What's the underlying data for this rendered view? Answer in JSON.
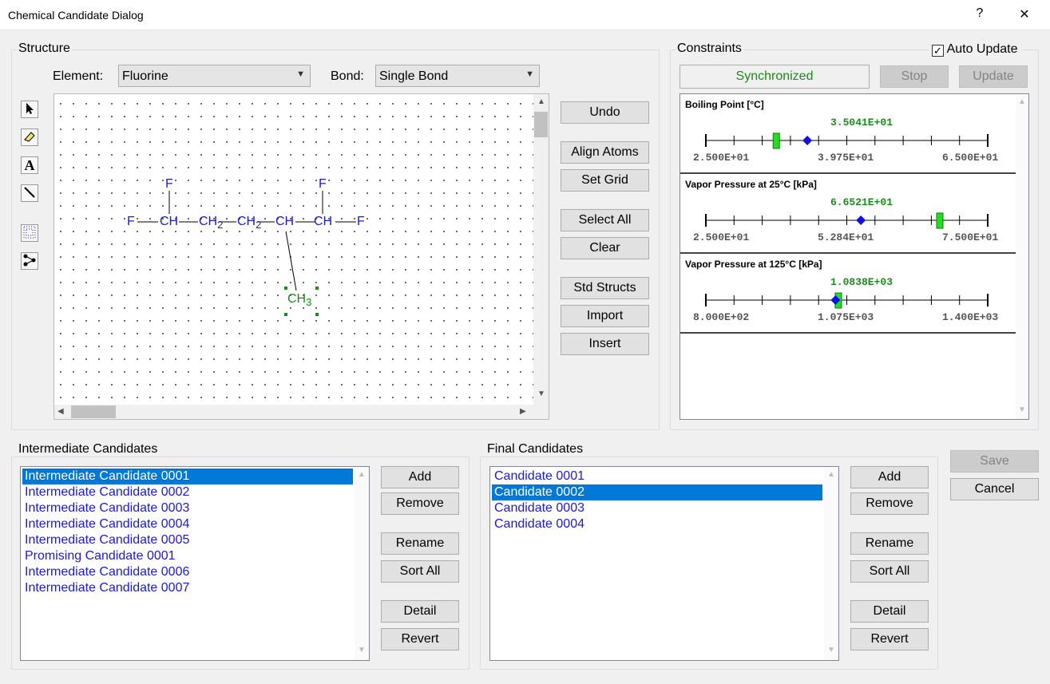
{
  "window": {
    "title": "Chemical Candidate Dialog",
    "help_label": "?",
    "close_label": "✕"
  },
  "structure": {
    "group_label": "Structure",
    "element_label": "Element:",
    "element_value": "Fluorine",
    "bond_label": "Bond:",
    "bond_value": "Single Bond",
    "tools": [
      "pointer-icon",
      "eraser-icon",
      "text-icon",
      "bond-line-icon",
      "grid-icon",
      "connect-icon"
    ],
    "buttons": {
      "undo": "Undo",
      "align": "Align Atoms",
      "set_grid": "Set Grid",
      "select_all": "Select All",
      "clear": "Clear",
      "std_structs": "Std Structs",
      "import": "Import",
      "insert": "Insert"
    },
    "molecule": {
      "f_left": "F",
      "ch1": "CH",
      "ch2a": "CH",
      "sub2a": "2",
      "ch2b": "CH",
      "sub2b": "2",
      "ch3": "CH",
      "ch4": "CH",
      "f_right": "F",
      "f_top1": "F",
      "f_top2": "F",
      "ch3_group": "CH",
      "sub3": "3"
    }
  },
  "constraints": {
    "group_label": "Constraints",
    "auto_update_label": "Auto Update",
    "auto_update_checked": true,
    "status": "Synchronized",
    "stop_label": "Stop",
    "update_label": "Update",
    "items": [
      {
        "name": "Boiling Point [°C]",
        "value": "3.5041E+01",
        "min": "2.500E+01",
        "mid": "3.975E+01",
        "max": "6.500E+01",
        "marker_frac": 0.36,
        "green_frac": 0.25
      },
      {
        "name": "Vapor Pressure at 25°C [kPa]",
        "value": "6.6521E+01",
        "min": "2.500E+01",
        "mid": "5.284E+01",
        "max": "7.500E+01",
        "marker_frac": 0.55,
        "green_frac": 0.83
      },
      {
        "name": "Vapor Pressure at 125°C [kPa]",
        "value": "1.0838E+03",
        "min": "8.000E+02",
        "mid": "1.075E+03",
        "max": "1.400E+03",
        "marker_frac": 0.46,
        "green_frac": 0.47
      }
    ]
  },
  "intermediate": {
    "group_label": "Intermediate Candidates",
    "items": [
      "Intermediate Candidate 0001",
      "Intermediate Candidate 0002",
      "Intermediate Candidate 0003",
      "Intermediate Candidate 0004",
      "Intermediate Candidate 0005",
      "Promising Candidate 0001",
      "Intermediate Candidate 0006",
      "Intermediate Candidate 0007"
    ],
    "selected": 0,
    "buttons": {
      "add": "Add",
      "remove": "Remove",
      "rename": "Rename",
      "sort": "Sort All",
      "detail": "Detail",
      "revert": "Revert"
    }
  },
  "final": {
    "group_label": "Final Candidates",
    "items": [
      "Candidate 0001",
      "Candidate 0002",
      "Candidate 0003",
      "Candidate 0004"
    ],
    "selected": 1,
    "buttons": {
      "add": "Add",
      "remove": "Remove",
      "rename": "Rename",
      "sort": "Sort All",
      "detail": "Detail",
      "revert": "Revert"
    }
  },
  "dialog": {
    "save_label": "Save",
    "cancel_label": "Cancel"
  },
  "colors": {
    "selection": "#0078d7",
    "list_text": "#1a1ad4",
    "green_value": "#1a8c1a",
    "marker_green": "#22dd22",
    "marker_blue": "#1010e0"
  }
}
